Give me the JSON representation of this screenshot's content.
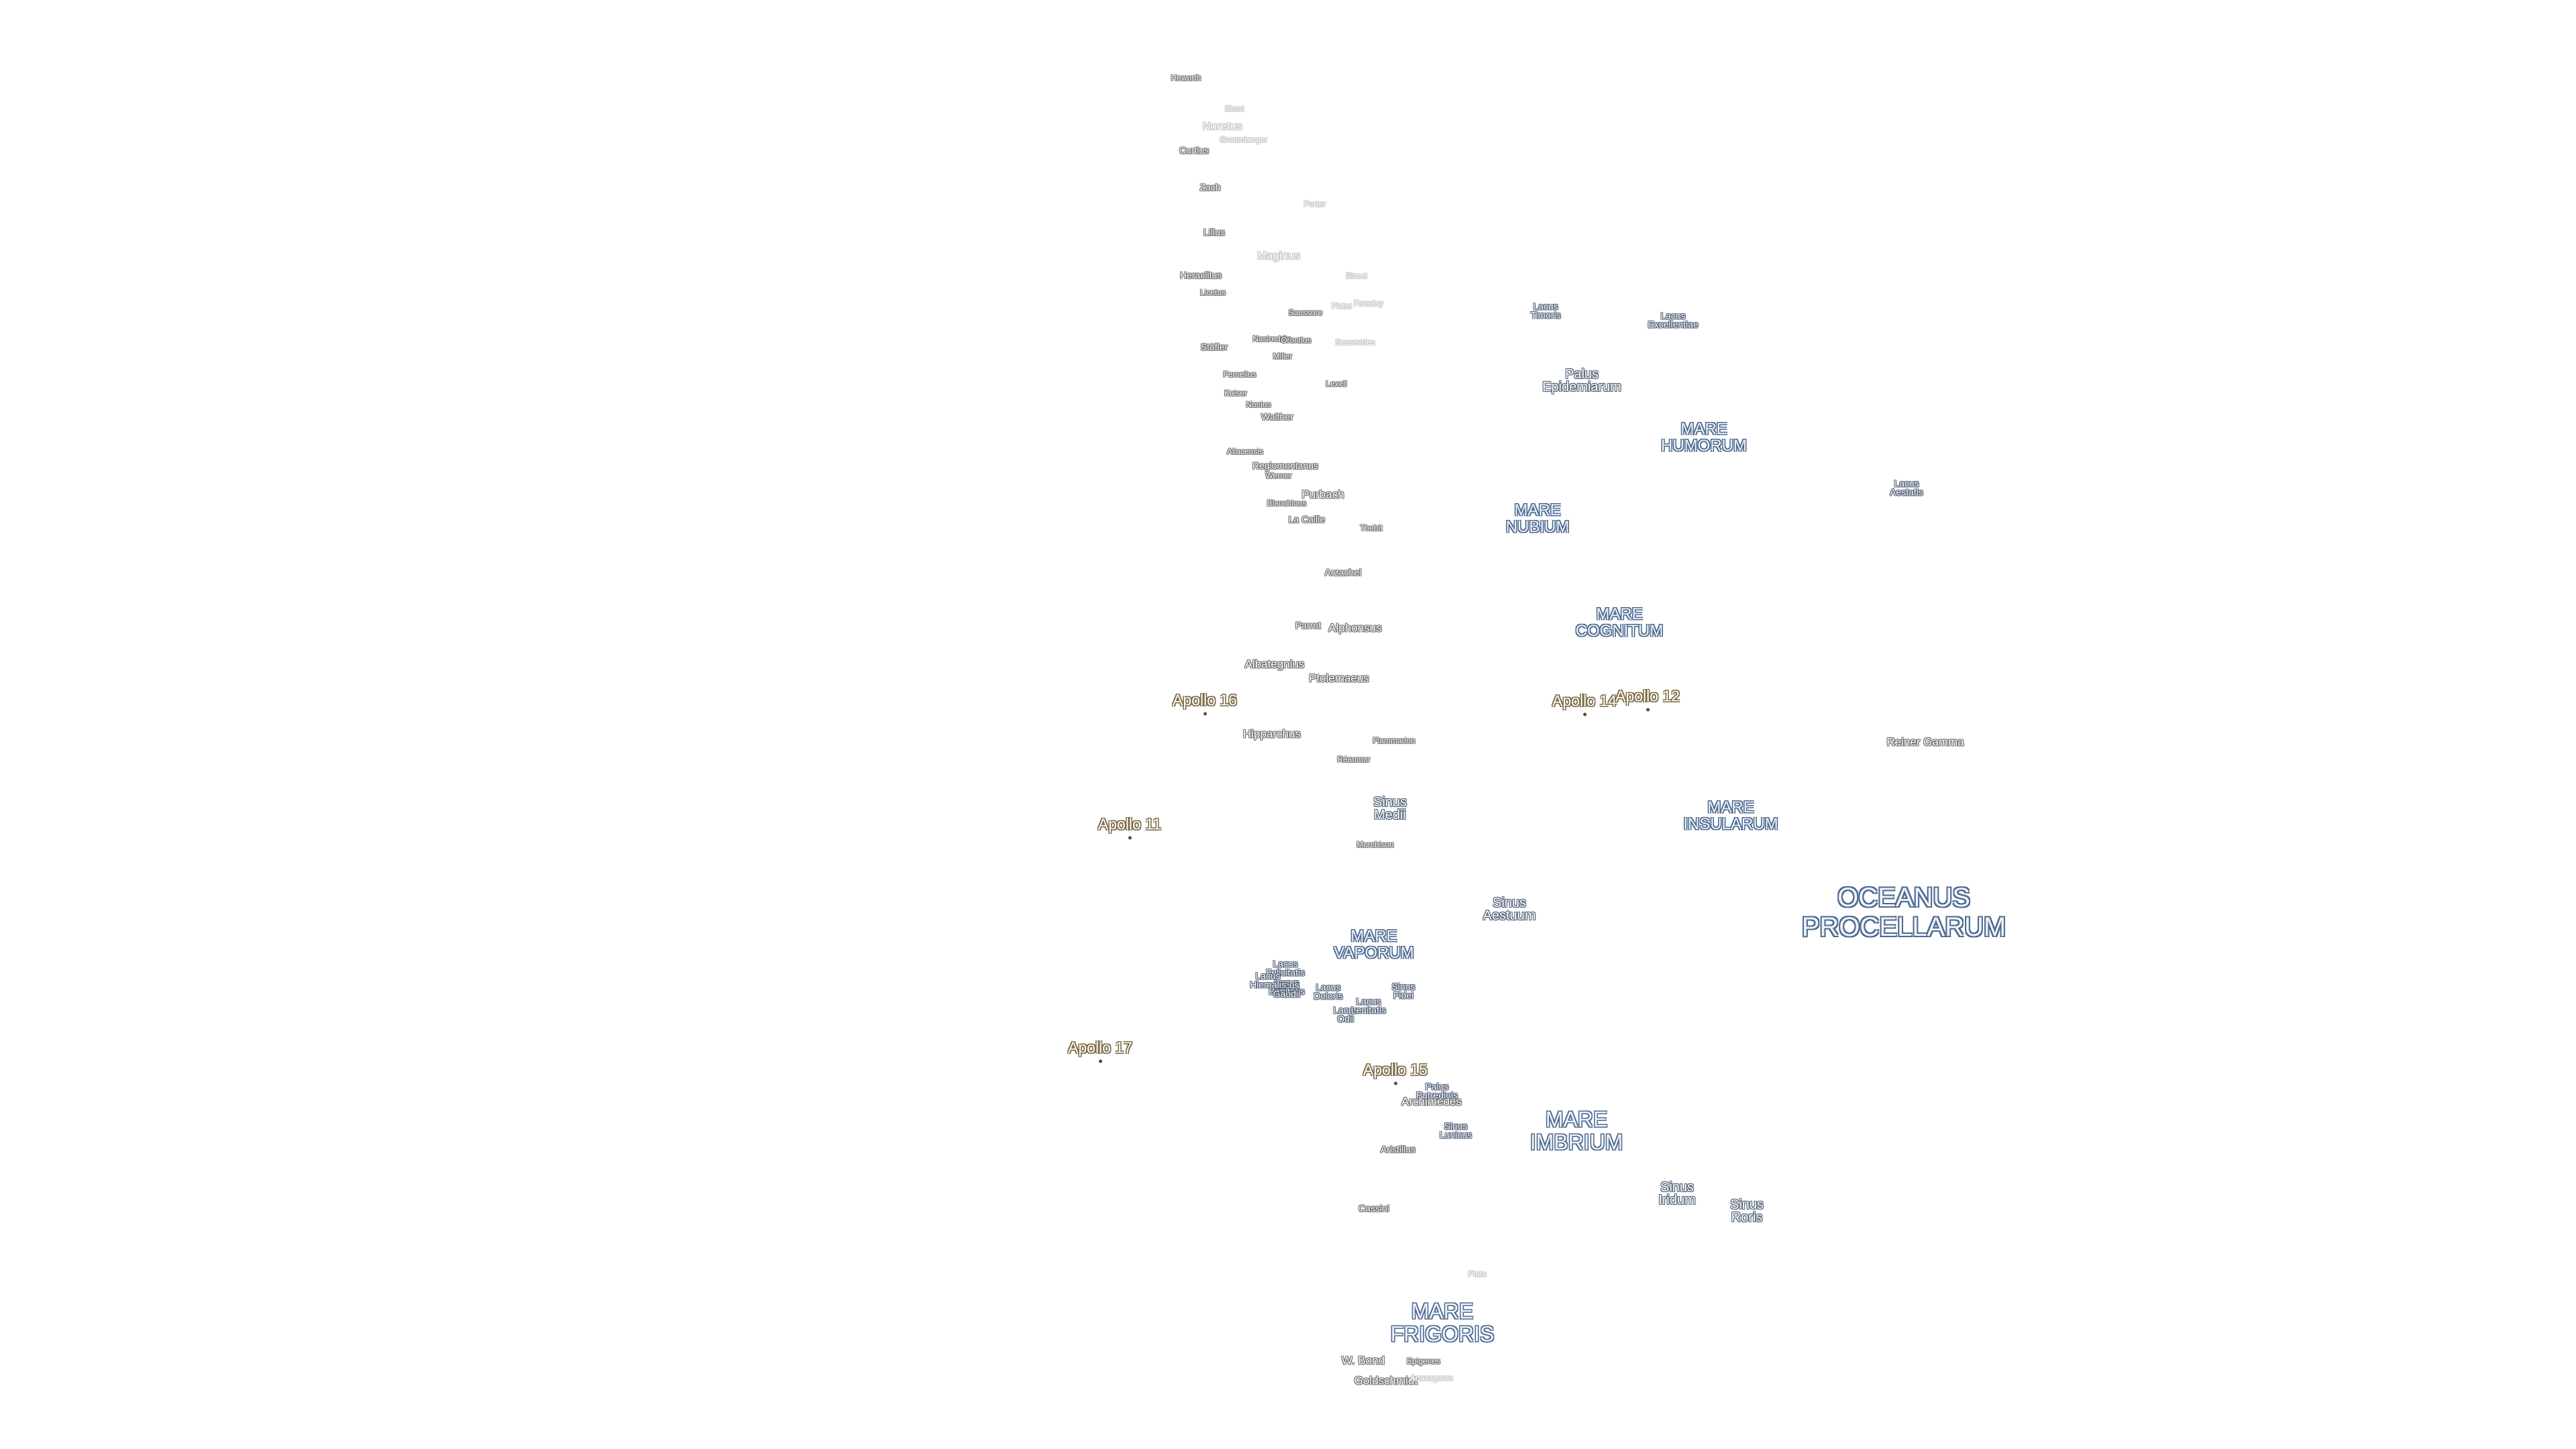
{
  "craters": [
    {
      "name": "Heworth",
      "cls": "crater small"
    },
    {
      "name": "Short",
      "cls": "crater small faint"
    },
    {
      "name": "Noretus",
      "cls": "crater mid faint"
    },
    {
      "name": "Gruemberger",
      "cls": "crater small faint"
    },
    {
      "name": "Curtius",
      "cls": "crater"
    },
    {
      "name": "Zach",
      "cls": "crater"
    },
    {
      "name": "Porter",
      "cls": "crater small faint"
    },
    {
      "name": "Lilius",
      "cls": "crater"
    },
    {
      "name": "Maginus",
      "cls": "crater mid faint"
    },
    {
      "name": "Heraclitus",
      "cls": "crater"
    },
    {
      "name": "Street",
      "cls": "crater small faint"
    },
    {
      "name": "Licetus",
      "cls": "crater small"
    },
    {
      "name": "Pictet",
      "cls": "crater small faint"
    },
    {
      "name": "Saussure",
      "cls": "crater small"
    },
    {
      "name": "Stöfler",
      "cls": "crater"
    },
    {
      "name": "Nasireddin",
      "cls": "crater small"
    },
    {
      "name": "Orontius",
      "cls": "crater small"
    },
    {
      "name": "Sasserides",
      "cls": "crater small faint"
    },
    {
      "name": "Miller",
      "cls": "crater small"
    },
    {
      "name": "Faraday",
      "cls": "crater small faint"
    },
    {
      "name": "Fernelius",
      "cls": "crater small"
    },
    {
      "name": "Lexell",
      "cls": "crater small"
    },
    {
      "name": "Kaiser",
      "cls": "crater small"
    },
    {
      "name": "Nonius",
      "cls": "crater small"
    },
    {
      "name": "Walther",
      "cls": "crater"
    },
    {
      "name": "Aliacensis",
      "cls": "crater small"
    },
    {
      "name": "Regiomontanus",
      "cls": "crater"
    },
    {
      "name": "Werner",
      "cls": "crater small"
    },
    {
      "name": "Purbach",
      "cls": "crater mid"
    },
    {
      "name": "Blanchinus",
      "cls": "crater small"
    },
    {
      "name": "La Caille",
      "cls": "crater"
    },
    {
      "name": "Thebit",
      "cls": "crater small"
    },
    {
      "name": "Arzachel",
      "cls": "crater"
    },
    {
      "name": "Parrot",
      "cls": "crater"
    },
    {
      "name": "Alphonsus",
      "cls": "crater mid"
    },
    {
      "name": "Albategnius",
      "cls": "crater mid"
    },
    {
      "name": "Ptolemaeus",
      "cls": "crater mid"
    },
    {
      "name": "Hipparchus",
      "cls": "crater mid"
    },
    {
      "name": "Flammarion",
      "cls": "crater small"
    },
    {
      "name": "Réaumur",
      "cls": "crater small"
    },
    {
      "name": "Murchison",
      "cls": "crater small"
    },
    {
      "name": "Archimedes",
      "cls": "crater mid"
    },
    {
      "name": "Aristillus",
      "cls": "crater"
    },
    {
      "name": "Cassini",
      "cls": "crater"
    },
    {
      "name": "Plato",
      "cls": "crater small faint"
    },
    {
      "name": "W. Bond",
      "cls": "crater mid"
    },
    {
      "name": "Epigenes",
      "cls": "crater small"
    },
    {
      "name": "Goldschmidt",
      "cls": "crater mid"
    },
    {
      "name": "Anaxagoras",
      "cls": "crater small faint"
    },
    {
      "name": "Reiner Gamma",
      "cls": "crater mid"
    }
  ],
  "features": [
    {
      "lines": [
        "Lacus",
        "Timoris"
      ],
      "cls": "feature small"
    },
    {
      "lines": [
        "Lacus",
        "Excellentiae"
      ],
      "cls": "feature small"
    },
    {
      "lines": [
        "Palus",
        "Epidemiarum"
      ],
      "cls": "feature"
    },
    {
      "lines": [
        "Lacus",
        "Aestatis"
      ],
      "cls": "feature small"
    },
    {
      "lines": [
        "Sinus",
        "Medii"
      ],
      "cls": "feature"
    },
    {
      "lines": [
        "Sinus",
        "Aestuum"
      ],
      "cls": "feature"
    },
    {
      "lines": [
        "Lacus",
        "Felicitatis"
      ],
      "cls": "feature small"
    },
    {
      "lines": [
        "Lacus",
        "Bonitatis"
      ],
      "cls": "feature small"
    },
    {
      "lines": [
        "Lacus",
        "Doloris"
      ],
      "cls": "feature small"
    },
    {
      "lines": [
        "Lacus",
        "Gaudii"
      ],
      "cls": "feature small"
    },
    {
      "lines": [
        "Lacus",
        "Hiemalis"
      ],
      "cls": "feature small faint"
    },
    {
      "lines": [
        "Sinus",
        "Fidei"
      ],
      "cls": "feature small"
    },
    {
      "lines": [
        "Lacus",
        "Odii"
      ],
      "cls": "feature small"
    },
    {
      "lines": [
        "Lacus",
        "Lenitatis"
      ],
      "cls": "feature small"
    },
    {
      "lines": [
        "Palus",
        "Putredinis"
      ],
      "cls": "feature small"
    },
    {
      "lines": [
        "Sinus",
        "Lunicus"
      ],
      "cls": "feature small"
    },
    {
      "lines": [
        "Sinus",
        "Iridum"
      ],
      "cls": "feature"
    },
    {
      "lines": [
        "Sinus",
        "Roris"
      ],
      "cls": "feature"
    }
  ],
  "maria": [
    {
      "lines": [
        "MARE",
        "HUMORUM"
      ],
      "cls": "mare"
    },
    {
      "lines": [
        "MARE",
        "NUBIUM"
      ],
      "cls": "mare"
    },
    {
      "lines": [
        "MARE",
        "COGNITUM"
      ],
      "cls": "mare"
    },
    {
      "lines": [
        "MARE",
        "INSULARUM"
      ],
      "cls": "mare"
    },
    {
      "lines": [
        "MARE",
        "VAPORUM"
      ],
      "cls": "mare"
    },
    {
      "lines": [
        "MARE",
        "IMBRIUM"
      ],
      "cls": "mare big"
    },
    {
      "lines": [
        "MARE",
        "FRIGORIS"
      ],
      "cls": "mare big"
    },
    {
      "lines": [
        "OCEANUS",
        "PROCELLARUM"
      ],
      "cls": "ocean"
    }
  ],
  "apollo": [
    {
      "name": "Apollo 16"
    },
    {
      "name": "Apollo 14"
    },
    {
      "name": "Apollo 12"
    },
    {
      "name": "Apollo 11"
    },
    {
      "name": "Apollo 17"
    },
    {
      "name": "Apollo 15"
    }
  ]
}
